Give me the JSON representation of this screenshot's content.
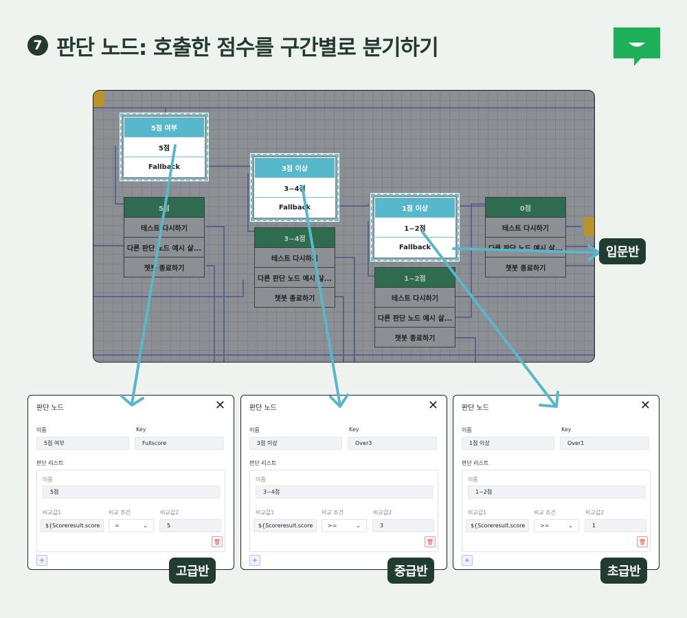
{
  "header": {
    "step_number": "7",
    "title": "판단 노드: 호출한 점수를 구간별로 분기하기"
  },
  "canvas": {
    "nodes": [
      {
        "id": "n1",
        "style": "hl",
        "title": "5점 여부",
        "rows": [
          "5점",
          "Fallback"
        ]
      },
      {
        "id": "n2",
        "style": "dark",
        "title": "5점",
        "rows": [
          "테스트 다시하기",
          "다른 판단 노드 예시 살...",
          "챗봇 종료하기"
        ]
      },
      {
        "id": "n3",
        "style": "hl",
        "title": "3점 이상",
        "rows": [
          "3~4점",
          "Fallback"
        ]
      },
      {
        "id": "n4",
        "style": "dark",
        "title": "3~4점",
        "rows": [
          "테스트 다시하기",
          "다른 판단 노드 예시 살...",
          "챗봇 종료하기"
        ]
      },
      {
        "id": "n5",
        "style": "hl",
        "title": "1점 이상",
        "rows": [
          "1~2점",
          "Fallback"
        ]
      },
      {
        "id": "n6",
        "style": "dark",
        "title": "1~2점",
        "rows": [
          "테스트 다시하기",
          "다른 판단 노드 예시 살...",
          "챗봇 종료하기"
        ]
      },
      {
        "id": "n7",
        "style": "dark",
        "title": "0점",
        "rows": [
          "테스트 다시하기",
          "다른 판단 노드 예시 살...",
          "챗봇 종료하기"
        ]
      }
    ]
  },
  "badges": {
    "intro": "입문반",
    "advanced": "고급반",
    "intermediate": "중급반",
    "beginner": "초급반"
  },
  "panels": [
    {
      "title": "판단 노드",
      "name_label": "이름",
      "name_value": "5점 여부",
      "key_label": "Key",
      "key_value": "Fullscore",
      "list_label": "판단 리스트",
      "item_name_label": "이름",
      "item_name_value": "5점",
      "cmp1_label": "비교값1",
      "cmp1_value": "${Scoreresult.score",
      "cond_label": "비교 조건",
      "cond_value": "=",
      "cmp2_label": "비교값2",
      "cmp2_value": "5"
    },
    {
      "title": "판단 노드",
      "name_label": "이름",
      "name_value": "3점 이상",
      "key_label": "Key",
      "key_value": "Over3",
      "list_label": "판단 리스트",
      "item_name_label": "이름",
      "item_name_value": "3~4점",
      "cmp1_label": "비교값1",
      "cmp1_value": "${Scoreresult.score",
      "cond_label": "비교 조건",
      "cond_value": ">=",
      "cmp2_label": "비교값2",
      "cmp2_value": "3"
    },
    {
      "title": "판단 노드",
      "name_label": "이름",
      "name_value": "1점 이상",
      "key_label": "Key",
      "key_value": "Over1",
      "list_label": "판단 리스트",
      "item_name_label": "이름",
      "item_name_value": "1~2점",
      "cmp1_label": "비교값1",
      "cmp1_value": "${Scoreresult.score",
      "cond_label": "비교 조건",
      "cond_value": ">=",
      "cmp2_label": "비교값2",
      "cmp2_value": "1"
    }
  ],
  "icons": {
    "close": "close-icon",
    "chevron": "chevron-down-icon",
    "trash": "trash-icon",
    "plus": "plus-icon",
    "logo": "chat-bubble-logo-icon"
  },
  "colors": {
    "accent": "#57b7cb",
    "badge": "#213c30",
    "node_header": "#2f6b4f",
    "logo": "#1fb15a"
  }
}
